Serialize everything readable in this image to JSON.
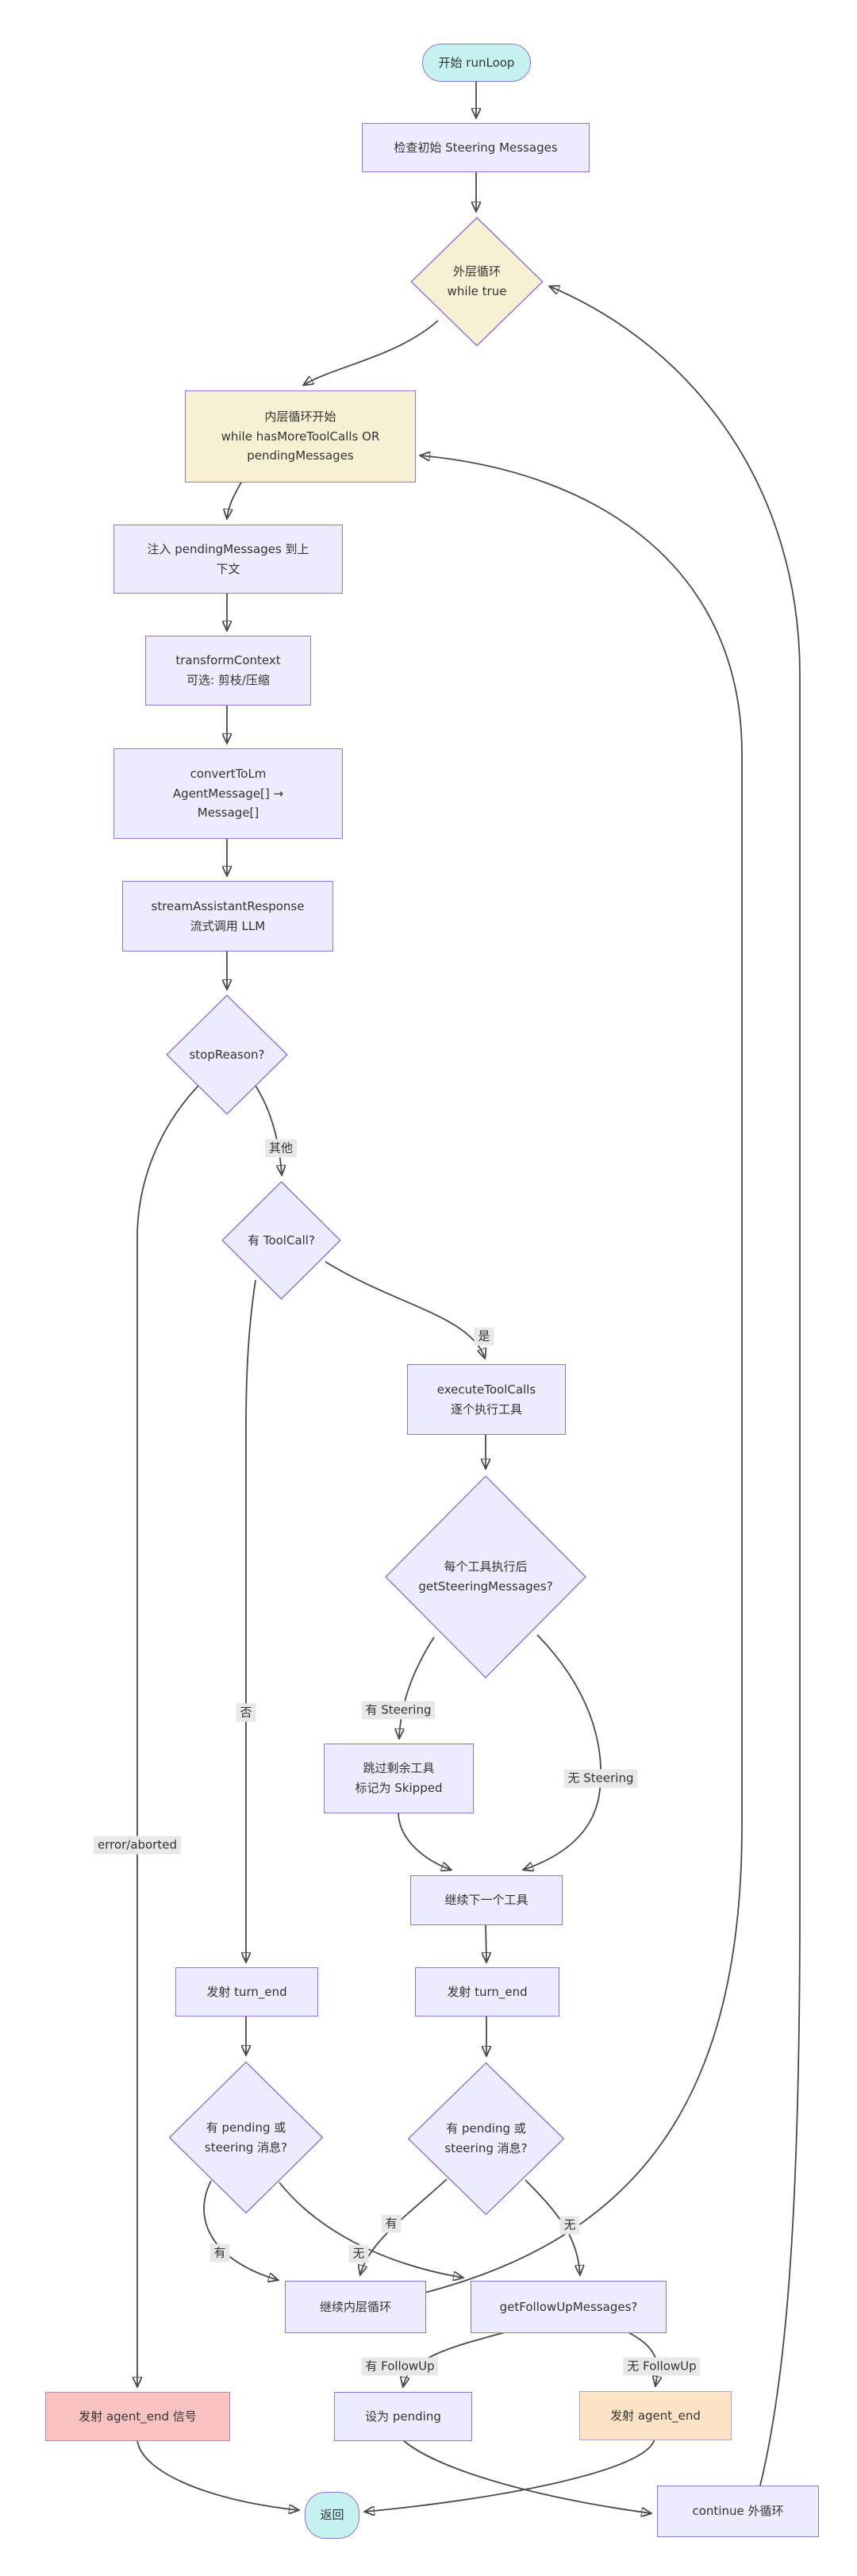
{
  "diagram": {
    "colors": {
      "lavender": "#ECECFF",
      "yellow": "#F7F0D2",
      "cyan": "#C6F1F1",
      "pink": "#F9C2C2",
      "pinkborder": "#C788A8",
      "orange": "#FCE3C5",
      "orangeborder": "#B9A0C9",
      "border": "#9370DB",
      "edge": "#4A4A4A",
      "label_bg": "#E8E8E8"
    },
    "nodes": {
      "start": {
        "label": "开始 runLoop"
      },
      "check_steering": {
        "label": "检查初始 Steering Messages"
      },
      "outer_loop": {
        "label": "外层循环\nwhile true"
      },
      "inner_start": {
        "label": "内层循环开始\nwhile hasMoreToolCalls OR\npendingMessages"
      },
      "inject": {
        "label": "注入 pendingMessages 到上\n下文"
      },
      "transform": {
        "label": "transformContext\n可选: 剪枝/压缩"
      },
      "convert": {
        "label": "convertToLm\nAgentMessage[] →\nMessage[]"
      },
      "stream": {
        "label": "streamAssistantResponse\n流式调用 LLM"
      },
      "stop_reason": {
        "label": "stopReason?"
      },
      "has_toolcall": {
        "label": "有 ToolCall?"
      },
      "execute": {
        "label": "executeToolCalls\n逐个执行工具"
      },
      "steering_check": {
        "label": "每个工具执行后\ngetSteeringMessages?"
      },
      "skip": {
        "label": "跳过剩余工具\n标记为 Skipped"
      },
      "continue_tool": {
        "label": "继续下一个工具"
      },
      "turn_end_left": {
        "label": "发射 turn_end"
      },
      "turn_end_right": {
        "label": "发射 turn_end"
      },
      "pending_left": {
        "label": "有 pending 或\nsteering 消息?"
      },
      "pending_right": {
        "label": "有 pending 或\nsteering 消息?"
      },
      "continue_inner": {
        "label": "继续内层循环"
      },
      "get_followup": {
        "label": "getFollowUpMessages?"
      },
      "emit_agent_end_signal": {
        "label": "发射 agent_end 信号"
      },
      "set_pending": {
        "label": "设为 pending"
      },
      "emit_agent_end": {
        "label": "发射 agent_end"
      },
      "return_node": {
        "label": "返回"
      },
      "continue_outer": {
        "label": "continue 外循环"
      }
    },
    "edge_labels": {
      "qita": "其他",
      "shi": "是",
      "fou": "否",
      "error": "error/aborted",
      "you_steering": "有 Steering",
      "wu_steering": "无 Steering",
      "you_left": "有",
      "wu_left": "无",
      "you_right": "有",
      "wu_right": "无",
      "you_followup": "有 FollowUp",
      "wu_followup": "无 FollowUp"
    }
  }
}
